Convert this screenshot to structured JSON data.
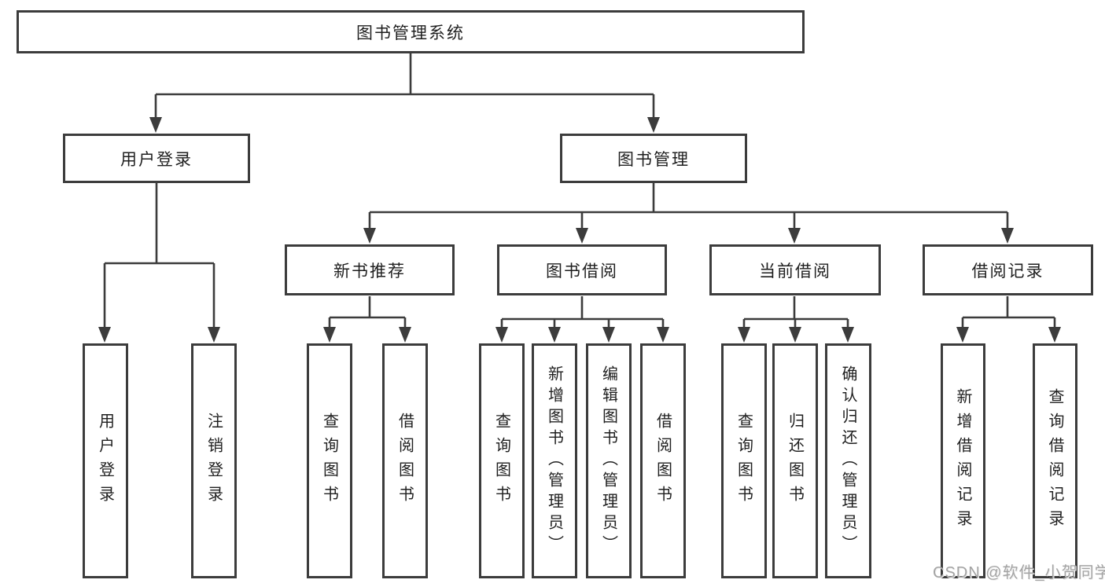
{
  "diagram_type": "org-chart",
  "colors": {
    "line": "#3c3c3c",
    "box_border": "#3c3c3c",
    "box_background": "#ffffff",
    "text": "#1f1f1f",
    "watermark": "#a4a4a4",
    "page_background": "#ffffff"
  },
  "tree": {
    "root": {
      "label": "图书管理系统"
    },
    "branches": [
      {
        "label": "用户登录",
        "children": [
          {
            "label": "用户登录"
          },
          {
            "label": "注销登录"
          }
        ]
      },
      {
        "label": "图书管理",
        "sections": [
          {
            "label": "新书推荐",
            "children": [
              {
                "label": "查询图书"
              },
              {
                "label": "借阅图书"
              }
            ]
          },
          {
            "label": "图书借阅",
            "children": [
              {
                "label": "查询图书"
              },
              {
                "label": "新增图书（管理员）"
              },
              {
                "label": "编辑图书（管理员）"
              },
              {
                "label": "借阅图书"
              }
            ]
          },
          {
            "label": "当前借阅",
            "children": [
              {
                "label": "查询图书"
              },
              {
                "label": "归还图书"
              },
              {
                "label": "确认归还（管理员）"
              }
            ]
          },
          {
            "label": "借阅记录",
            "children": [
              {
                "label": "新增借阅记录"
              },
              {
                "label": "查询借阅记录"
              }
            ]
          }
        ]
      }
    ]
  },
  "watermark": {
    "text": "CSDN @软件_小贺同学"
  }
}
